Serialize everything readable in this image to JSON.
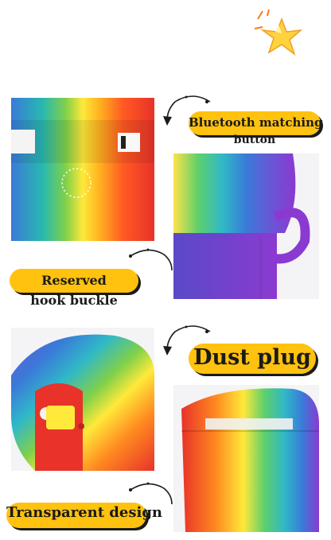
{
  "labels": {
    "bluetooth_line1": "Bluetooth matching",
    "bluetooth_line2": "button",
    "reserved_line1": "Reserved",
    "reserved_line2": "hook buckle",
    "dust_plug": "Dust plug",
    "transparent_design": "Transparent design"
  },
  "colors": {
    "pill": "#ffc20e",
    "text": "#1a1a1a",
    "star": "#ffd23f",
    "star_accent": "#ff7a1a"
  }
}
